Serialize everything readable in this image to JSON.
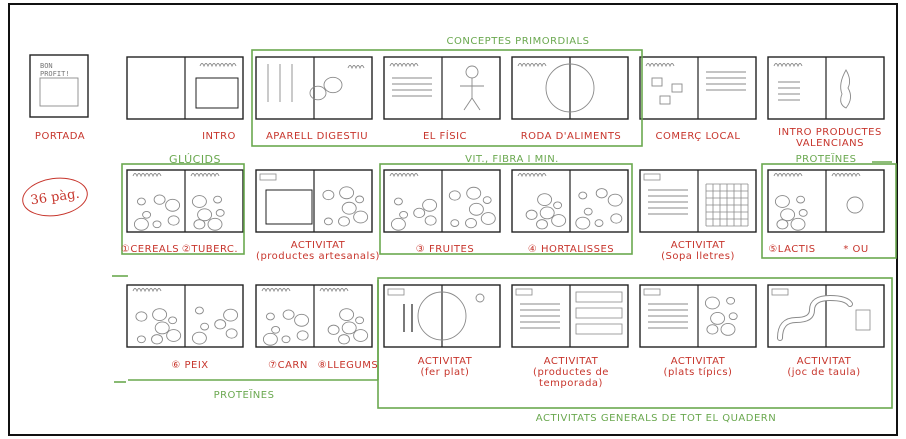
{
  "section_labels": {
    "conceptes": "CONCEPTES PRIMORDIALS",
    "glucids": "GLÚCIDS",
    "vit_fibra": "VIT., FIBRA I MIN.",
    "proteines_top": "PROTEÏNES",
    "proteines_bottom": "PROTEÏNES",
    "activitats_generals": "ACTIVITATS GENERALS DE TOT EL QUADERN"
  },
  "page_count": "36 pàg.",
  "cover_text": "BON\nPROFIT!",
  "row1": [
    "PORTADA",
    "INTRO",
    "APARELL DIGESTIU",
    "EL FÍSIC",
    "RODA D'ALIMENTS",
    "COMERÇ LOCAL",
    "INTRO PRODUCTES\nVALENCIANS"
  ],
  "row2": {
    "cereals": "①CEREALS",
    "tuberc": "②TUBERC.",
    "activitat1": "ACTIVITAT\n(productes artesanals)",
    "fruites": "③ FRUITES",
    "hortalisses": "④ HORTALISSES",
    "activitat2": "ACTIVITAT\n(Sopa lletres)",
    "lactis": "⑤LACTIS",
    "ou": "* OU"
  },
  "row3": {
    "peix": "⑥ PEIX",
    "carn": "⑦CARN",
    "llegums": "⑧LLEGUMS",
    "act_plat": "ACTIVITAT\n(fer plat)",
    "act_temporada": "ACTIVITAT\n(productes de\ntemporada)",
    "act_tipics": "ACTIVITAT\n(plats típics)",
    "act_joc": "ACTIVITAT\n(joc de taula)"
  },
  "colors": {
    "red": "#c7352c",
    "green": "#6aa84f",
    "ink": "#222222"
  }
}
